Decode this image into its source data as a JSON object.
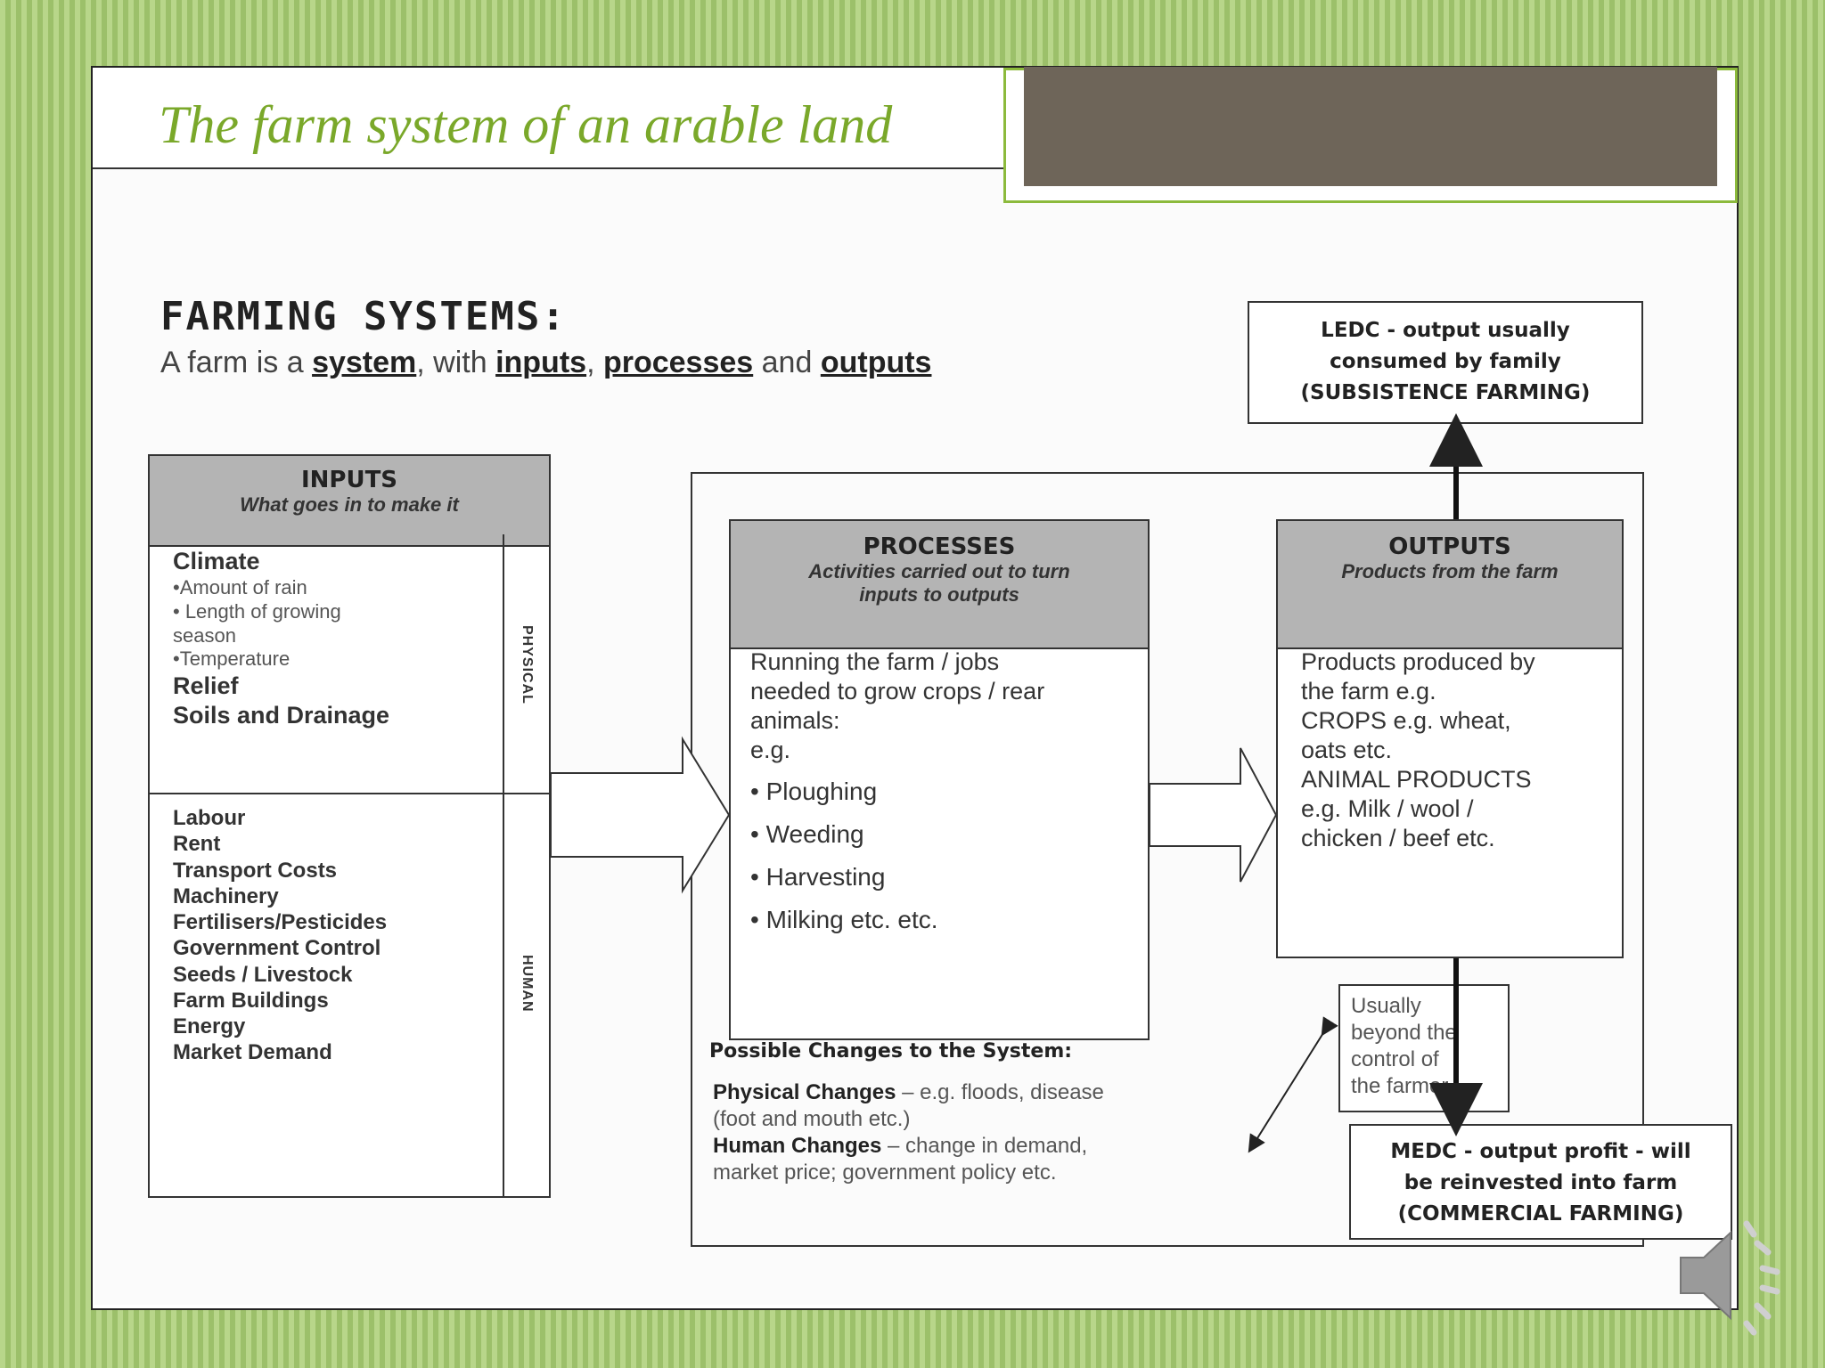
{
  "slide": {
    "title": "The farm system of an arable land"
  },
  "diagram": {
    "heading": "FARMING SYSTEMS:",
    "subtitle_parts": [
      "A farm is a ",
      "system",
      ", with ",
      "inputs",
      ", ",
      "processes",
      " and ",
      "outputs"
    ],
    "inputs": {
      "title": "INPUTS",
      "subtitle": "What goes in to make it",
      "physical_label": "PHYSICAL",
      "human_label": "HUMAN",
      "physical_items": [
        {
          "text": "Climate",
          "style": "bold"
        },
        {
          "text": "•Amount of rain",
          "style": "small"
        },
        {
          "text": "• Length of growing",
          "style": "small"
        },
        {
          "text": "season",
          "style": "small"
        },
        {
          "text": "•Temperature",
          "style": "small"
        },
        {
          "text": "Relief",
          "style": "bold"
        },
        {
          "text": "Soils and Drainage",
          "style": "bold"
        }
      ],
      "human_items": [
        "Labour",
        "Rent",
        "Transport Costs",
        "Machinery",
        "Fertilisers/Pesticides",
        "Government Control",
        "Seeds / Livestock",
        "Farm Buildings",
        "Energy",
        "Market Demand"
      ]
    },
    "processes": {
      "title": "PROCESSES",
      "subtitle_line1": "Activities carried out to turn",
      "subtitle_line2": "inputs to outputs",
      "body_lines": [
        "Running the farm / jobs",
        "needed to grow crops / rear",
        "animals:",
        "e.g."
      ],
      "bullets": [
        "Ploughing",
        "Weeding",
        "Harvesting",
        "Milking etc.  etc."
      ]
    },
    "outputs": {
      "title": "OUTPUTS",
      "subtitle": "Products from the farm",
      "body_lines": [
        "Products produced by",
        "the farm e.g.",
        "CROPS e.g. wheat,",
        "oats etc.",
        "ANIMAL PRODUCTS",
        "e.g. Milk / wool /",
        "chicken / beef etc."
      ]
    },
    "ledc": {
      "lines": [
        "LEDC - output usually",
        "consumed by family",
        "(SUBSISTENCE FARMING)"
      ]
    },
    "medc": {
      "lines": [
        "MEDC - output profit - will",
        "be reinvested into farm",
        "(COMMERCIAL FARMING)"
      ]
    },
    "usually": {
      "lines": [
        "Usually",
        "beyond the",
        "control of",
        "the farmer"
      ]
    },
    "changes": {
      "heading": "Possible Changes to the System:",
      "physical_label": "Physical Changes",
      "physical_text": " – e.g. floods, disease",
      "physical_text2": "(foot and mouth etc.)",
      "human_label": "Human Changes",
      "human_text": " – change in demand,",
      "human_text2": "market price; government policy etc."
    }
  },
  "colors": {
    "title": "#7aa82a",
    "background_stripe": "#a9c97a",
    "header_fill": "#b4b4b4",
    "deco_rect": "#6e6559"
  },
  "icons": [
    "speaker-icon"
  ]
}
